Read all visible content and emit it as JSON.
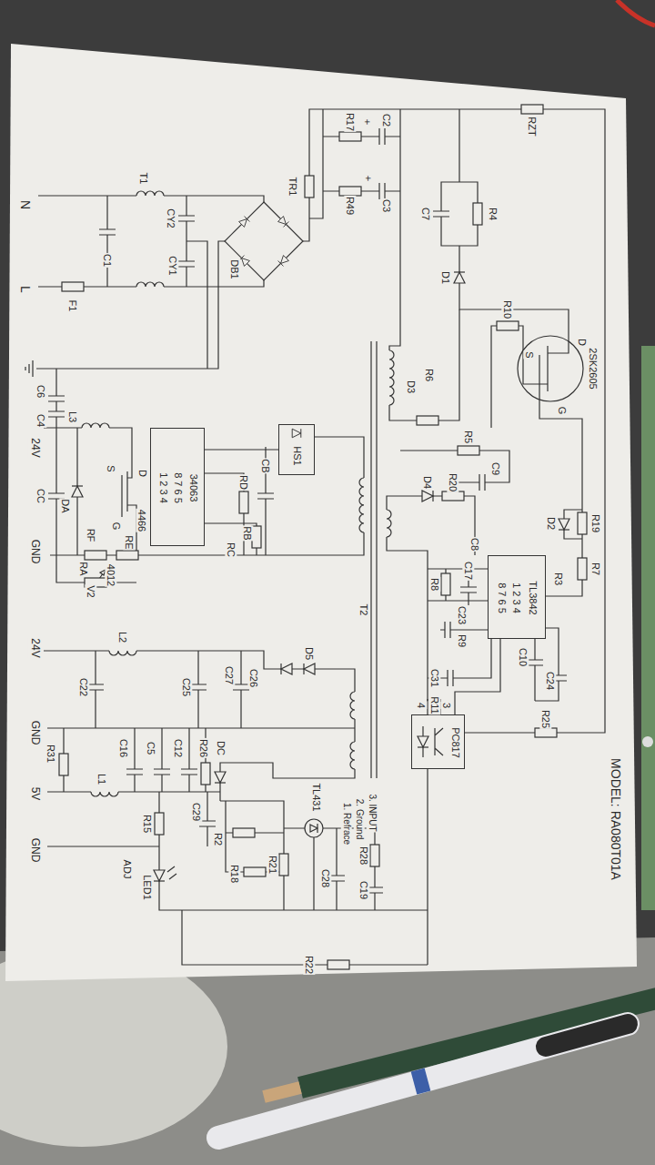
{
  "diagram": {
    "nodes": [
      {
        "text": [
          "8 7 6 5",
          "1 2 3 4",
          "TL3842"
        ]
      },
      {
        "text": [
          "PC817"
        ]
      },
      {
        "text": [
          "HS1"
        ]
      },
      {
        "text": [
          "8 7 6 5",
          "1 2 3 4",
          "34063"
        ]
      }
    ],
    "edges": [
      {
        "from": 1,
        "to": 0,
        "arrow": "none"
      },
      {
        "from": 2,
        "to": 3,
        "arrow": "none"
      }
    ],
    "labels": [
      "N",
      "L",
      "F1",
      "C1",
      "T1",
      "CY2",
      "CY1",
      "DB1",
      "TR1",
      "R17",
      "+",
      "C2",
      "R49",
      "+",
      "C3",
      "RZT",
      "C7",
      "R4",
      "D1",
      "R10",
      "S",
      "D",
      "G",
      "2SK2605",
      "D3",
      "R6",
      "R5",
      "C9",
      "D4",
      "R20",
      "D2",
      "R19",
      "R7",
      "R3",
      "C8",
      "R8",
      "C17",
      "C23",
      "R9",
      "C10",
      "C24",
      "C31",
      "R11",
      "R25",
      "4",
      "3",
      "MODEL: RA080T01A",
      "T2",
      "C6",
      "C4",
      "24V",
      "L3",
      "CC",
      "DA",
      "S",
      "D",
      "G",
      "4466",
      "RF",
      "RE",
      "RD",
      "CB",
      "RB",
      "RC",
      "GND",
      "RA",
      "V2",
      "4012",
      "24V",
      "L2",
      "C22",
      "C25",
      "C27",
      "C26",
      "D5",
      "GND",
      "R31",
      "C16",
      "C5",
      "C12",
      "R26",
      "DC",
      "L1",
      "5V",
      "GND",
      "R15",
      "C29",
      "R2",
      "R18",
      "ADJ",
      "LED1",
      "TL431",
      "1. Refrace",
      "2. Ground",
      "3. INPUT",
      "R28",
      "C19",
      "R21",
      "C28",
      "R22"
    ]
  }
}
